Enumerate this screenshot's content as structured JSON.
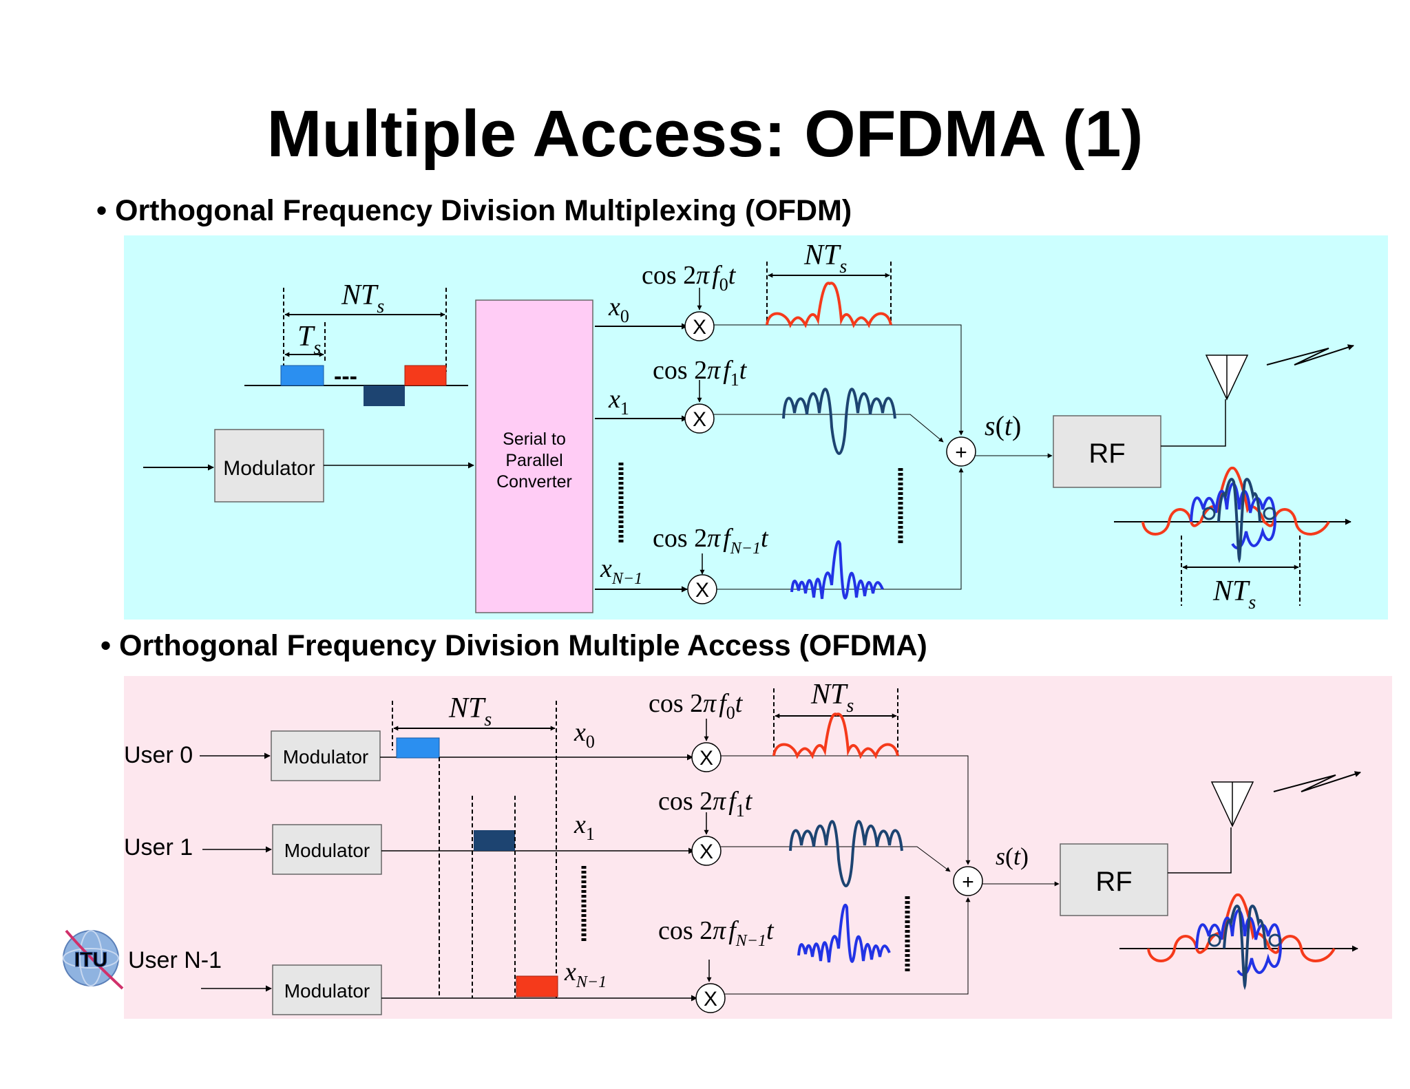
{
  "title": "Multiple Access: OFDMA (1)",
  "bullets": {
    "ofdm": "• Orthogonal Frequency Division Multiplexing (OFDM)",
    "ofdma": "• Orthogonal Frequency Division Multiple Access (OFDMA)"
  },
  "ofdm": {
    "modulator": "Modulator",
    "converter": [
      "Serial to",
      "Parallel",
      "Converter"
    ],
    "rf": "RF",
    "symbol_period": {
      "N": "N",
      "T": "T",
      "sub": "s"
    },
    "sample_period": {
      "T": "T",
      "sub": "s"
    },
    "dashes": "---",
    "inputs": [
      {
        "var": "x",
        "sub": "0"
      },
      {
        "var": "x",
        "sub": "1"
      },
      {
        "var": "x",
        "sub": "N−1"
      }
    ],
    "carriers": [
      {
        "cos": "cos 2",
        "pi": "π",
        "f": "f",
        "sub": "0",
        "t": "t"
      },
      {
        "cos": "cos 2",
        "pi": "π",
        "f": "f",
        "sub": "1",
        "t": "t"
      },
      {
        "cos": "cos 2",
        "pi": "π",
        "f": "f",
        "sub": "N−1",
        "t": "t"
      }
    ],
    "signal": {
      "s": "s",
      "open": "(",
      "t": "t",
      "close": ")"
    },
    "mult": "X",
    "plus": "+"
  },
  "ofdma": {
    "users": [
      "User 0",
      "User 1",
      "User N-1"
    ],
    "modulator": "Modulator",
    "rf": "RF",
    "logo": "ITU"
  },
  "colors": {
    "ofdm_panel": "#ccffff",
    "ofdma_panel": "#fde7ee",
    "converter_fill": "#ffccf5",
    "box_fill": "#e6e6e6",
    "red": "#f53a1b",
    "light_blue": "#2b8ff0",
    "dark_blue": "#1d4471",
    "blue": "#2233e5"
  }
}
